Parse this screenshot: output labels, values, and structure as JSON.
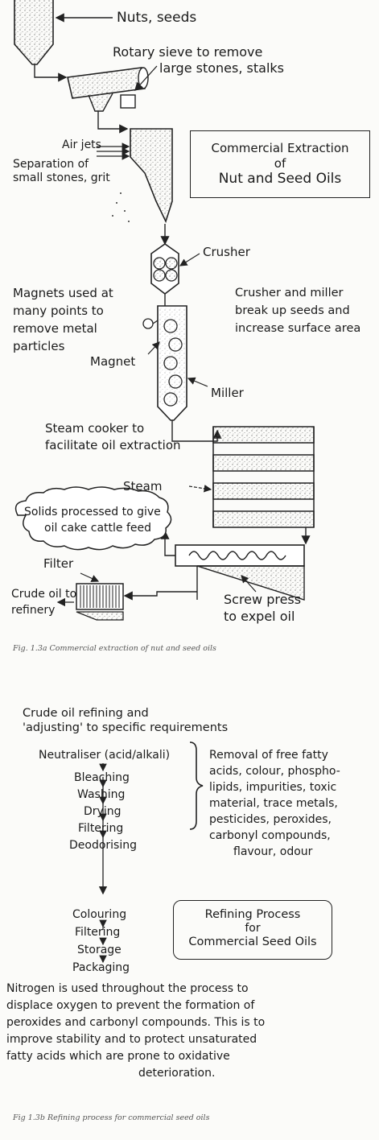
{
  "fig_a": {
    "title_lines": [
      "Commercial Extraction",
      "of",
      "Nut and Seed Oils"
    ],
    "labels": {
      "nuts_seeds": "Nuts, seeds",
      "rotary_1": "Rotary sieve to remove",
      "rotary_2": "large stones, stalks",
      "air_jets": "Air jets",
      "separation_1": "Separation of",
      "separation_2": "small stones, grit",
      "crusher": "Crusher",
      "magnets_1": "Magnets used at",
      "magnets_2": "many points to",
      "magnets_3": "remove metal",
      "magnets_4": "particles",
      "crusher_miller_1": "Crusher and miller",
      "crusher_miller_2": "break up seeds and",
      "crusher_miller_3": "increase surface area",
      "magnet": "Magnet",
      "miller": "Miller",
      "steam_cooker_1": "Steam cooker to",
      "steam_cooker_2": "facilitate oil extraction",
      "steam": "Steam",
      "solids_1": "Solids processed to give",
      "solids_2": "oil cake cattle feed",
      "filter": "Filter",
      "crude_oil_1": "Crude oil to",
      "crude_oil_2": "refinery",
      "screw_press_1": "Screw press",
      "screw_press_2": "to expel oil"
    },
    "caption": "Fig. 1.3a Commercial extraction of nut and seed oils"
  },
  "fig_b": {
    "heading_1": "Crude oil refining and",
    "heading_2": "'adjusting' to specific requirements",
    "steps": [
      "Neutraliser (acid/alkali)",
      "Bleaching",
      "Washing",
      "Drying",
      "Filtering",
      "Deodorising"
    ],
    "removal_lines": [
      "Removal of free fatty",
      "acids, colour, phospho-",
      "lipids, impurities, toxic",
      "material, trace metals,",
      "pesticides, peroxides,",
      "carbonyl compounds,",
      "flavour, odour"
    ],
    "later_steps": [
      "Colouring",
      "Filtering",
      "Storage",
      "Packaging"
    ],
    "title_lines": [
      "Refining Process",
      "for",
      "Commercial Seed Oils"
    ],
    "nitrogen_lines": [
      "Nitrogen is used throughout the process to",
      "displace oxygen to prevent the formation of",
      "peroxides and carbonyl compounds. This is to",
      "improve stability and to protect unsaturated",
      "fatty acids which are prone to oxidative",
      "deterioration."
    ],
    "caption": "Fig 1.3b Refining process for commercial seed oils"
  }
}
